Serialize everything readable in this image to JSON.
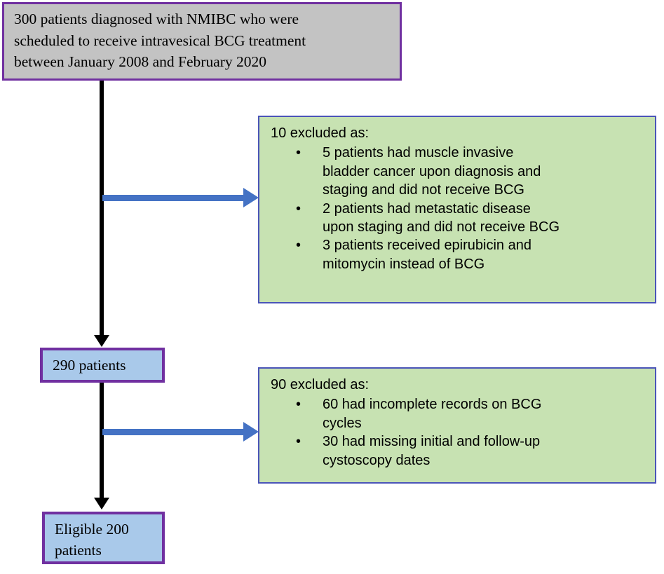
{
  "diagram": {
    "title": "NMIBC BCG patient selection flow diagram",
    "colors": {
      "gray_fill": "#c3c3c3",
      "blue_fill": "#a9c9ea",
      "green_fill": "#c7e2b2",
      "purple_border": "#7030a0",
      "green_border": "#4a54b8",
      "arrow_black": "#000000",
      "arrow_blue": "#4472c4"
    },
    "nodes": {
      "source": {
        "lines": [
          "300 patients diagnosed with NMIBC who were",
          "scheduled to receive intravesical BCG treatment",
          "between January 2008 and February 2020"
        ]
      },
      "excluded_1": {
        "heading": "10 excluded as:",
        "bullet_glyph": "•",
        "items": [
          [
            "5 patients had muscle invasive",
            "bladder cancer upon diagnosis and",
            "staging and did not receive BCG"
          ],
          [
            "2 patients had metastatic disease",
            "upon staging and did not receive BCG"
          ],
          [
            "3 patients received epirubicin and",
            "mitomycin instead of BCG"
          ]
        ]
      },
      "remaining_1": {
        "lines": [
          "290 patients"
        ]
      },
      "excluded_2": {
        "heading": "90 excluded as:",
        "bullet_glyph": "•",
        "items": [
          [
            "60 had incomplete records on BCG",
            "cycles"
          ],
          [
            "30 had missing initial and follow-up",
            "cystoscopy dates"
          ]
        ]
      },
      "eligible": {
        "lines": [
          "Eligible 200",
          "patients"
        ]
      }
    }
  }
}
